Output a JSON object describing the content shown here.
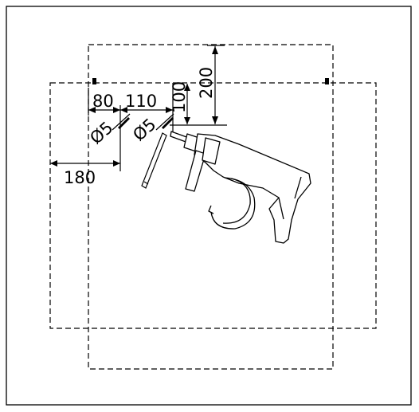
{
  "dimensions": {
    "offset_left_1": "80",
    "offset_left_2": "110",
    "vertical_small": "100",
    "vertical_large": "200",
    "hole_left": "Ø5",
    "hole_right": "Ø5",
    "total_width": "180"
  },
  "colors": {
    "line": "#000000",
    "background": "#ffffff"
  },
  "icons": {
    "tool": "power-drill-icon",
    "drill_bit": "drill-bit-icon"
  }
}
